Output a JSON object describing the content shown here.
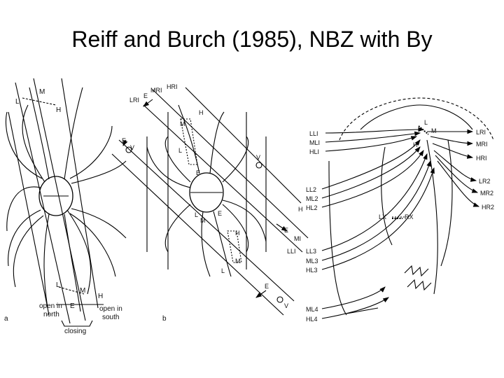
{
  "title": "Reiff and Burch (1985), NBZ with By",
  "panel_a": {
    "panel_letter": "a",
    "marks": [
      "L",
      "M",
      "H",
      "L",
      "M",
      "H",
      "E"
    ],
    "captions": {
      "open_north_1": "open in",
      "open_north_2": "north",
      "open_south_1": "open in",
      "open_south_2": "south",
      "closing": "closing"
    }
  },
  "panel_b": {
    "panel_letter": "b",
    "marks": [
      "LRI",
      "MRI",
      "HRI",
      "E",
      "H",
      "M",
      "L",
      "E",
      "V",
      "V",
      "E",
      "E",
      "H",
      "M",
      "L",
      "E",
      "MI",
      "LLI",
      "H",
      "M",
      "L",
      "E",
      "V"
    ]
  },
  "panel_c": {
    "left_labels": [
      "LLI",
      "MLI",
      "HLI",
      "LL2",
      "ML2",
      "HL2",
      "LL3",
      "ML3",
      "HL3",
      "ML4",
      "HL4"
    ],
    "right_labels": [
      "LRI",
      "MRI",
      "HRI",
      "LR2",
      "MR2",
      "HR2"
    ],
    "x_labels": [
      "LX",
      "RX"
    ],
    "marks": [
      "L",
      "M",
      "H"
    ]
  }
}
